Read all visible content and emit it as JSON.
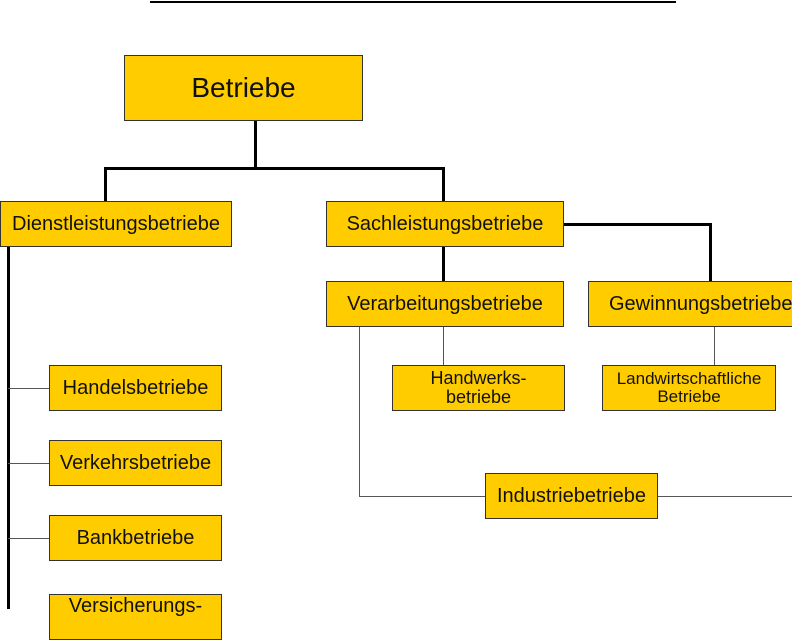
{
  "nodes": {
    "root": "Betriebe",
    "services": "Dienstleistungsbetriebe",
    "goods": "Sachleistungsbetriebe",
    "processing": "Verarbeitungsbetriebe",
    "extraction": "Gewinnungsbetriebe",
    "craft": "Handwerks-\nbetriebe",
    "agriculture": "Landwirtschaftliche\nBetriebe",
    "trade": "Handelsbetriebe",
    "transport": "Verkehrsbetriebe",
    "bank": "Bankbetriebe",
    "insurance": "Versicherungs-",
    "industry": "Industriebetriebe"
  },
  "colors": {
    "box": "#FFCC00",
    "line": "#000000"
  }
}
